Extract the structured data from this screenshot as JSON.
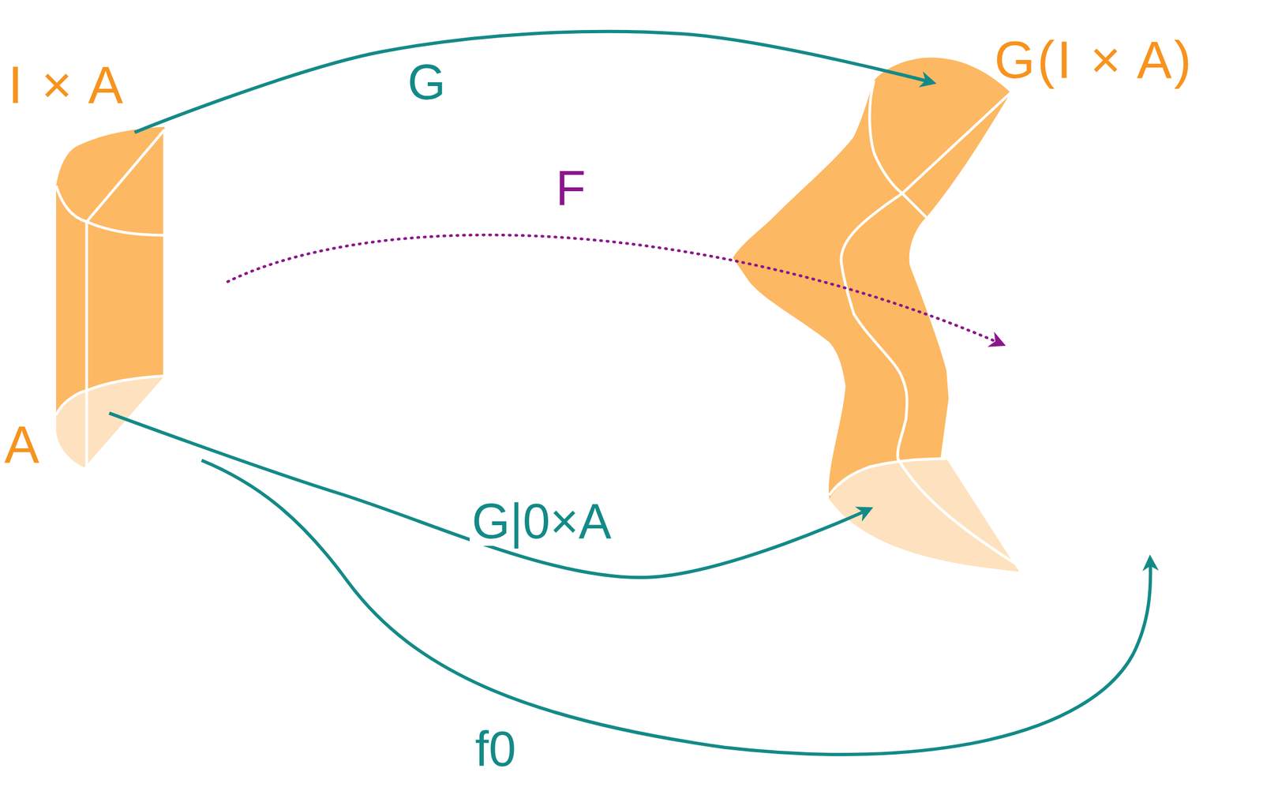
{
  "diagram": {
    "nodes": [
      {
        "text": [
          "I × A"
        ]
      },
      {
        "text": [
          "A"
        ],
        "in": 0
      },
      {
        "text": [
          "G(I × A)"
        ]
      }
    ],
    "edges": [
      {
        "from": 0,
        "to": 2,
        "label": "G",
        "arrow": "to"
      },
      {
        "from": 1,
        "to": 2,
        "label": "G|0×A",
        "arrow": "to"
      }
    ],
    "labels": [
      "F",
      "f0"
    ]
  }
}
